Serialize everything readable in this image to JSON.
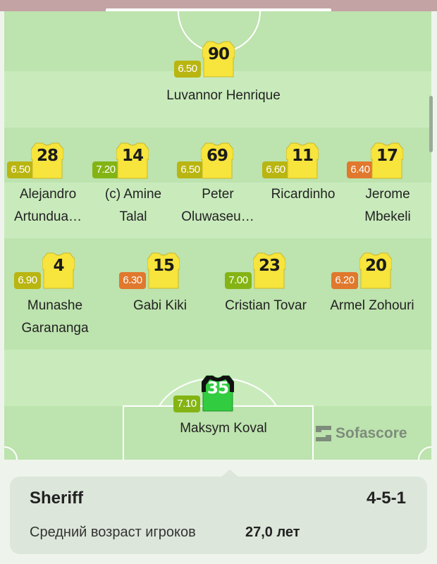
{
  "team": {
    "name": "Sheriff",
    "formation": "4-5-1",
    "avg_age_label": "Средний возраст игроков",
    "avg_age_value": "27,0 лет"
  },
  "branding": {
    "logo_text": "Sofascore",
    "logo_icon": "sofascore-logo-icon"
  },
  "colors": {
    "rating_yellow_green": "#b9b511",
    "rating_green": "#84b414",
    "rating_orange": "#e0782d",
    "shirt_outfield": "#f7e43c",
    "shirt_goalkeeper": "#32cc40"
  },
  "players": {
    "forward": {
      "number": "90",
      "rating": "6.50",
      "name": "Luvannor Henrique",
      "rating_color": "#b9b511"
    },
    "mid1": {
      "number": "28",
      "rating": "6.50",
      "name_line1": "Alejandro",
      "name_line2": "Artundua…",
      "rating_color": "#b9b511"
    },
    "mid2": {
      "number": "14",
      "rating": "7.20",
      "name_line1": "(c) Amine",
      "name_line2": "Talal",
      "rating_color": "#84b414"
    },
    "mid3": {
      "number": "69",
      "rating": "6.50",
      "name_line1": "Peter",
      "name_line2": "Oluwaseu…",
      "rating_color": "#b9b511"
    },
    "mid4": {
      "number": "11",
      "rating": "6.60",
      "name_line1": "Ricardinho",
      "rating_color": "#b9b511"
    },
    "mid5": {
      "number": "17",
      "rating": "6.40",
      "name_line1": "Jerome",
      "name_line2": "Mbekeli",
      "rating_color": "#e0782d"
    },
    "def1": {
      "number": "4",
      "rating": "6.90",
      "name_line1": "Munashe",
      "name_line2": "Garananga",
      "rating_color": "#b9b511"
    },
    "def2": {
      "number": "15",
      "rating": "6.30",
      "name_line1": "Gabi Kiki",
      "rating_color": "#e0782d"
    },
    "def3": {
      "number": "23",
      "rating": "7.00",
      "name_line1": "Cristian Tovar",
      "rating_color": "#84b414"
    },
    "def4": {
      "number": "20",
      "rating": "6.20",
      "name_line1": "Armel Zohouri",
      "rating_color": "#e0782d"
    },
    "gk": {
      "number": "35",
      "rating": "7.10",
      "name": "Maksym Koval",
      "rating_color": "#84b414"
    }
  }
}
